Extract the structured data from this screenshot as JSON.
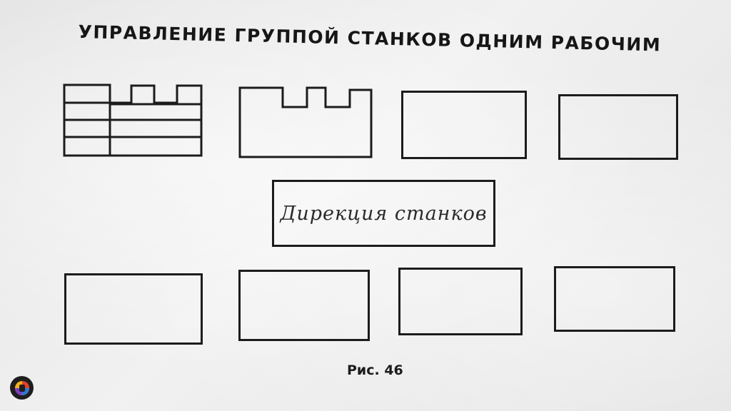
{
  "diagram": {
    "title": "УПРАВЛЕНИЕ ГРУППОЙ СТАНКОВ ОДНИМ РАБОЧИМ",
    "center_label": "Дирекция станков",
    "caption": "Рис. 46"
  },
  "colors": {
    "line": "#1c1c1c",
    "paper": "#ebebeb",
    "badge_bg": "#1e1e1e"
  },
  "icons": {
    "badge": "app-logo-icon"
  }
}
